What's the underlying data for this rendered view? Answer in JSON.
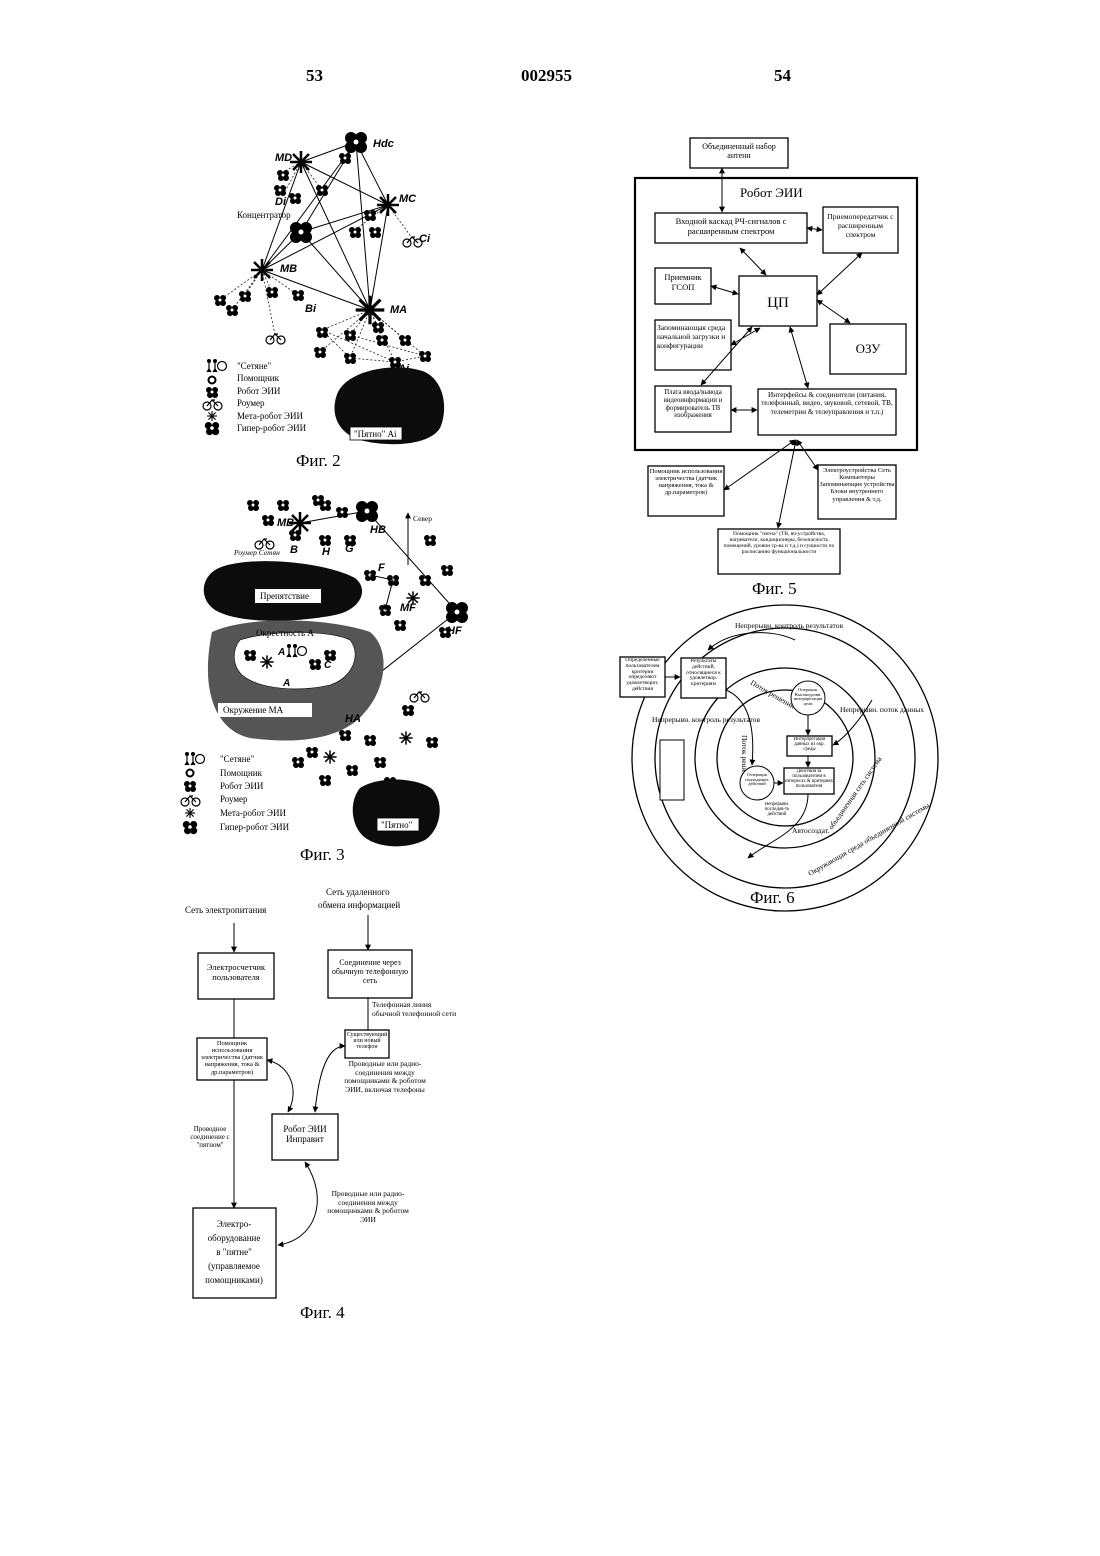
{
  "header": {
    "page_left": "53",
    "doc_number": "002955",
    "page_right": "54"
  },
  "fig2": {
    "caption": "Фиг. 2",
    "labels": {
      "hdc": "Hdc",
      "md": "MD",
      "mc": "MC",
      "di": "Di",
      "ci": "Ci",
      "mb": "MB",
      "bi": "Bi",
      "ma": "MA",
      "ai": "Ai"
    },
    "hub_label": "Концентратор",
    "spot_label": "\"Пятно\" Ai",
    "legend": [
      "\"Сетяне\"",
      "Помощник",
      "Робот ЭИИ",
      "Роумер",
      "Мета-робот ЭИИ",
      "Гипер-робот ЭИИ"
    ]
  },
  "fig3": {
    "caption": "Фиг. 3",
    "labels": {
      "mb": "MB",
      "hb": "HB",
      "b": "B",
      "h": "H",
      "g": "G",
      "f": "F",
      "mf": "MF",
      "hf": "HF",
      "a": "A",
      "c": "C",
      "ha": "HA"
    },
    "north": "Север",
    "roamer_label": "Роумер Сетян",
    "obstacle": "Препятствие",
    "vicinity": "Окрестность А",
    "environment": "Окружение МА",
    "spot": "\"Пятно\"",
    "legend": [
      "\"Сетяне\"",
      "Помощник",
      "Робот ЭИИ",
      "Роумер",
      "Мета-робот ЭИИ",
      "Гипер-робот ЭИИ"
    ]
  },
  "fig4": {
    "caption": "Фиг. 4",
    "power_net": "Сеть электропитания",
    "remote_net_1": "Сеть удаленного",
    "remote_net_2": "обмена информацией",
    "meter": "Электросчетчик пользователя",
    "connection": "Соединение через обычную телефонную сеть",
    "phone_line_1": "Телефонная линия",
    "phone_line_2": "обычной телефонной сети",
    "assistant": "Помощник использования электричества (датчик напряжения, тока & др.параметров)",
    "existing_phone": "Существующий или новый телефон",
    "wired_radio_1": "Проводные или радио-соединения между помощниками & роботом ЭИИ, включая телефоны",
    "robot": "Робот ЭИИ Инправит",
    "wired_spot": "Проводное соединение с \"пятном\"",
    "wired_radio_2": "Проводные или радио-соединения между помощниками & роботом ЭИИ",
    "equipment": [
      "Электро-",
      "оборудование",
      "в \"пятне\"",
      "(управляемое",
      "помощниками)"
    ]
  },
  "fig5": {
    "caption": "Фиг. 5",
    "antenna": "Объединенный набор антенн",
    "robot_title": "Робот ЭИИ",
    "rf_cascade": "Входной каскад РЧ-сигналов с расширенным спектром",
    "transceiver": "Приемопередатчик с расширенным спектром",
    "gps": "Приемник ГСОП",
    "cpu": "ЦП",
    "boot": "Запоминающая среда начальной загрузки и конфигурации",
    "ram": "ОЗУ",
    "video": "Плата ввода/вывода видеоинформации и формирователь ТВ изображения",
    "interfaces": "Интерфейсы & соединители (питания, телефонный, видео, звуковой, сетевой, ТВ, телеметрии & телеуправления и т.п.)",
    "helper_elec": "Помощник использования электричества (датчик напряжения, тока & др.параметров)",
    "devices": "Электроустройства Сеть Компьютеры Запоминающие устройства Блоки внутреннего управления & т.д.",
    "helper_spot": "Помощник \"пятна\" (ТВ, вч-устройства, нагреватели, кондиционеры, безопасность помещений, уровни ср-ва и т.д.) и сущности по расписанию функциональности"
  },
  "fig6": {
    "caption": "Фиг. 6",
    "criteria": "Определенные пользователем критерии определяют удовлетворит. действия",
    "results": "Результаты действий, относящиеся к удовлетвор. критериям",
    "cont_results_top": "Непрерывн. контроль результатов",
    "decisions": "Поток решений",
    "cont_results_left": "Непрерывн. контроль результатов",
    "operation": "Операция. Высокоуровн. интерпретация цели",
    "cont_data": "Непрерывн. поток данных",
    "decision_flow": "Поток решений",
    "interp": "Интерпретация данных из окр. среды",
    "gen_actions": "Генерация подходящих действий",
    "actions": "Действия за пользователем в интересах & критериях пользователя",
    "cont_flow": "Непрерывн. последов-ть действий",
    "auto": "Автосоздат.",
    "united_net": "объединенная сеть система",
    "environment": "Окружающая среда объединенной системы"
  }
}
